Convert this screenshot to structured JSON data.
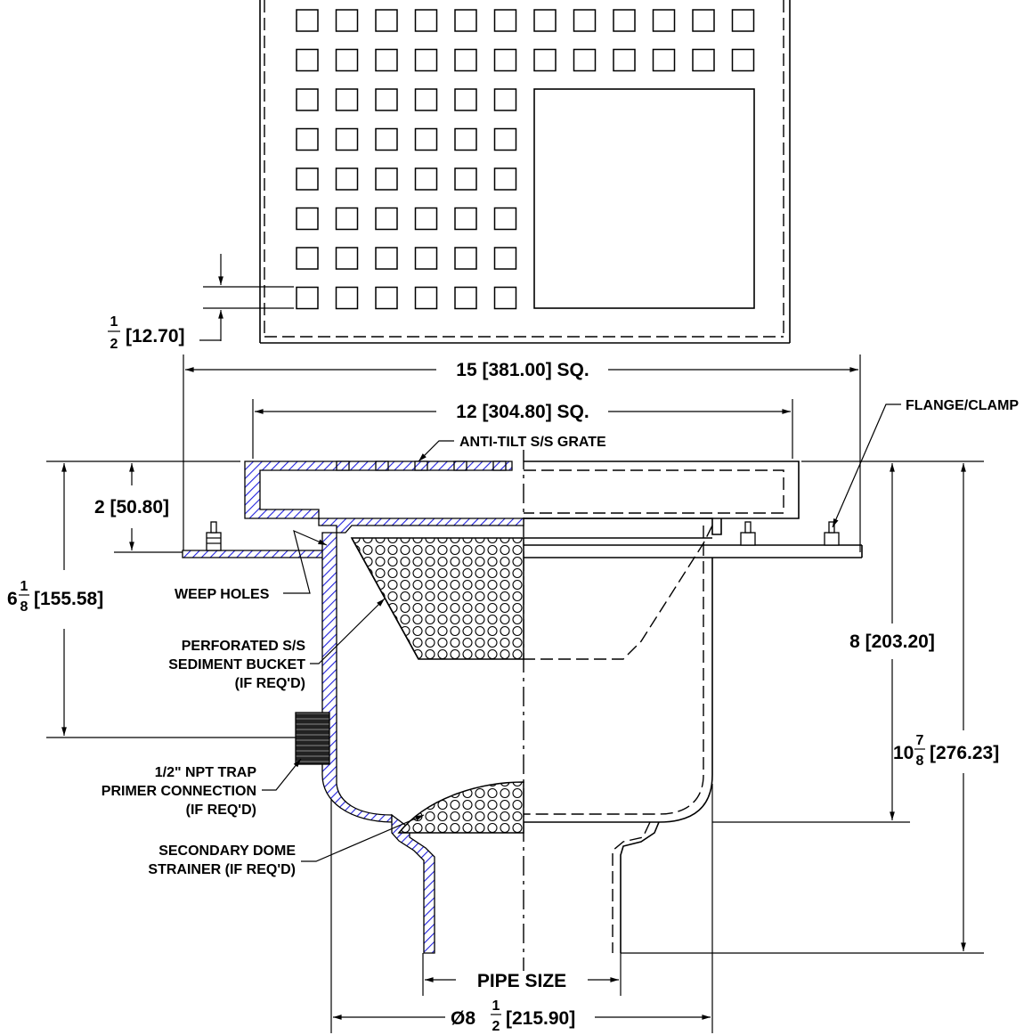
{
  "labels": {
    "flange_clamp": "FLANGE/CLAMP",
    "anti_tilt_grate": "ANTI-TILT S/S GRATE",
    "weep_holes": "WEEP HOLES",
    "sediment_bucket_1": "PERFORATED S/S",
    "sediment_bucket_2": "SEDIMENT BUCKET",
    "sediment_bucket_3": "(IF REQ'D)",
    "trap_primer_1": "1/2\" NPT TRAP",
    "trap_primer_2": "PRIMER CONNECTION",
    "trap_primer_3": "(IF REQ'D)",
    "dome_strainer_1": "SECONDARY DOME",
    "dome_strainer_2": "STRAINER (IF REQ'D)",
    "pipe_size": "PIPE SIZE"
  },
  "dimensions": {
    "slot": {
      "whole": "",
      "num": "1",
      "den": "2",
      "metric": "[12.70]"
    },
    "overall_width": "15 [381.00] SQ.",
    "grate_width": "12 [304.80] SQ.",
    "grate_depth": "2 [50.80]",
    "flange_to_outlet": {
      "whole": "6",
      "num": "1",
      "den": "8",
      "metric": "[155.58]"
    },
    "body_height": "8 [203.20]",
    "overall_height": {
      "whole": "10",
      "num": "7",
      "den": "8",
      "metric": "[276.23]"
    },
    "body_diameter": {
      "whole": "Ø8",
      "num": "1",
      "den": "2",
      "metric": "[215.90]"
    }
  },
  "colors": {
    "section_hatch": "#2222dd",
    "line": "#000000",
    "background": "#ffffff"
  }
}
